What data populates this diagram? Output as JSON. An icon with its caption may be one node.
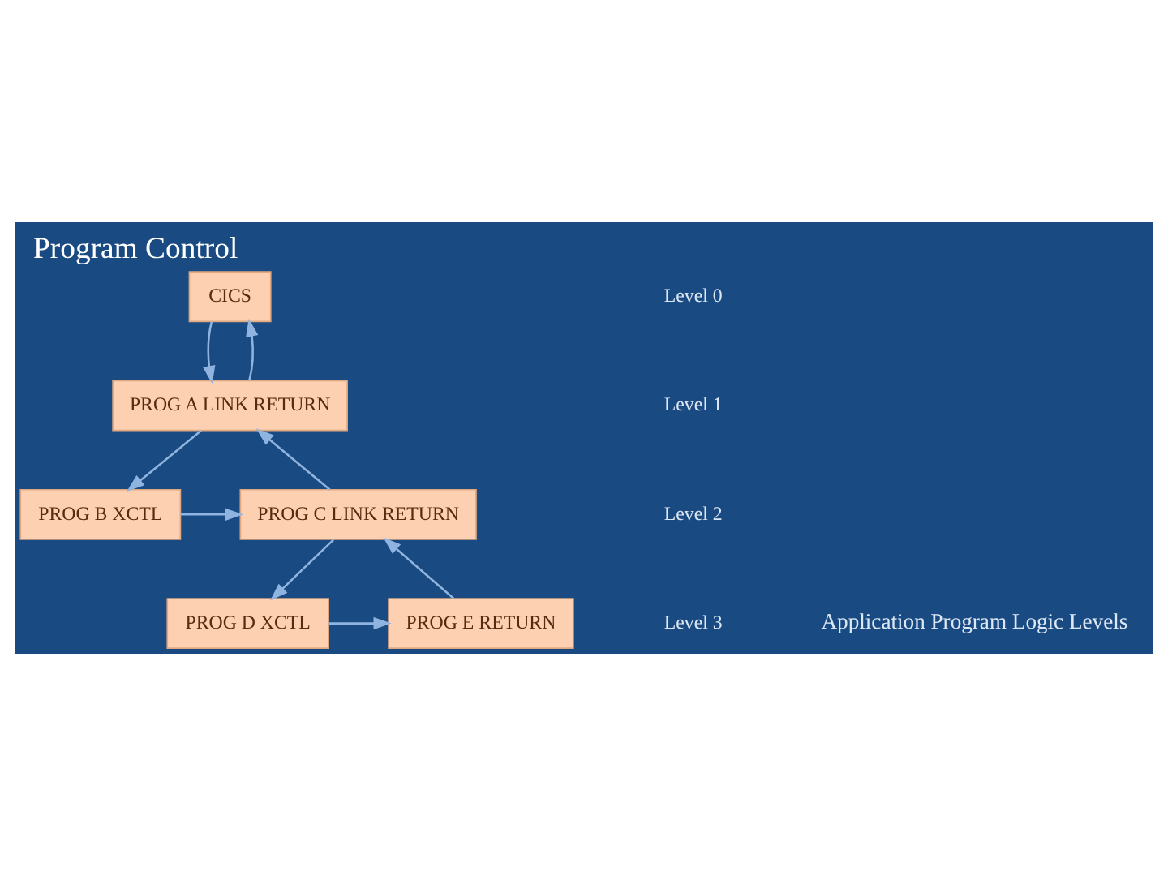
{
  "diagram": {
    "title": "Program Control",
    "nodes": [
      {
        "text": [
          "CICS"
        ]
      },
      {
        "text": [
          "PROG A LINK RETURN"
        ]
      },
      {
        "text": [
          "PROG B XCTL"
        ]
      },
      {
        "text": [
          "PROG C LINK RETURN"
        ]
      },
      {
        "text": [
          "PROG D XCTL"
        ]
      },
      {
        "text": [
          "PROG E RETURN"
        ]
      }
    ],
    "edges": [
      {
        "from": 0,
        "to": 1,
        "arrow": "to"
      },
      {
        "from": 1,
        "to": 0,
        "arrow": "to"
      },
      {
        "from": 1,
        "to": 2,
        "arrow": "to"
      },
      {
        "from": 2,
        "to": 3,
        "arrow": "to"
      },
      {
        "from": 3,
        "to": 1,
        "arrow": "to"
      },
      {
        "from": 3,
        "to": 4,
        "arrow": "to"
      },
      {
        "from": 4,
        "to": 5,
        "arrow": "to"
      },
      {
        "from": 5,
        "to": 3,
        "arrow": "to"
      }
    ],
    "labels": [
      "Level 0",
      "Level 1",
      "Level 2",
      "Level 3",
      "Application Program Logic Levels"
    ]
  }
}
